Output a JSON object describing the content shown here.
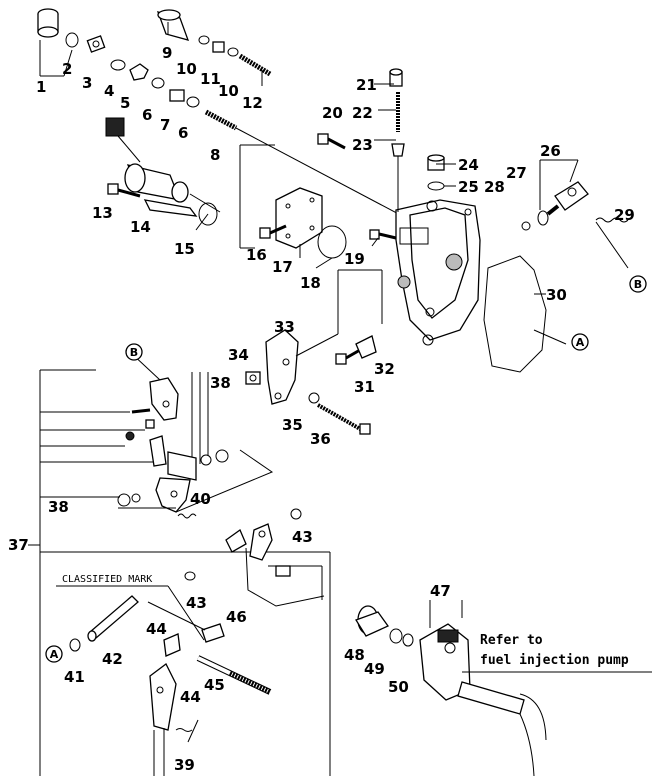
{
  "callouts": [
    "1",
    "2",
    "3",
    "4",
    "5",
    "6",
    "7",
    "6",
    "8",
    "9",
    "10",
    "11",
    "10",
    "12",
    "13",
    "14",
    "15",
    "16",
    "17",
    "18",
    "19",
    "20",
    "21",
    "22",
    "23",
    "24",
    "25",
    "26",
    "27",
    "28",
    "29",
    "30",
    "31",
    "32",
    "33",
    "34",
    "35",
    "36",
    "37",
    "38",
    "38",
    "39",
    "40",
    "41",
    "42",
    "43",
    "43",
    "44",
    "44",
    "45",
    "46",
    "47",
    "48",
    "49",
    "50"
  ],
  "refs": [
    "A",
    "A",
    "B",
    "B"
  ],
  "classified_mark": "CLASSIFIED MARK",
  "refer_line1": "Refer to",
  "refer_line2": "fuel injection pump"
}
